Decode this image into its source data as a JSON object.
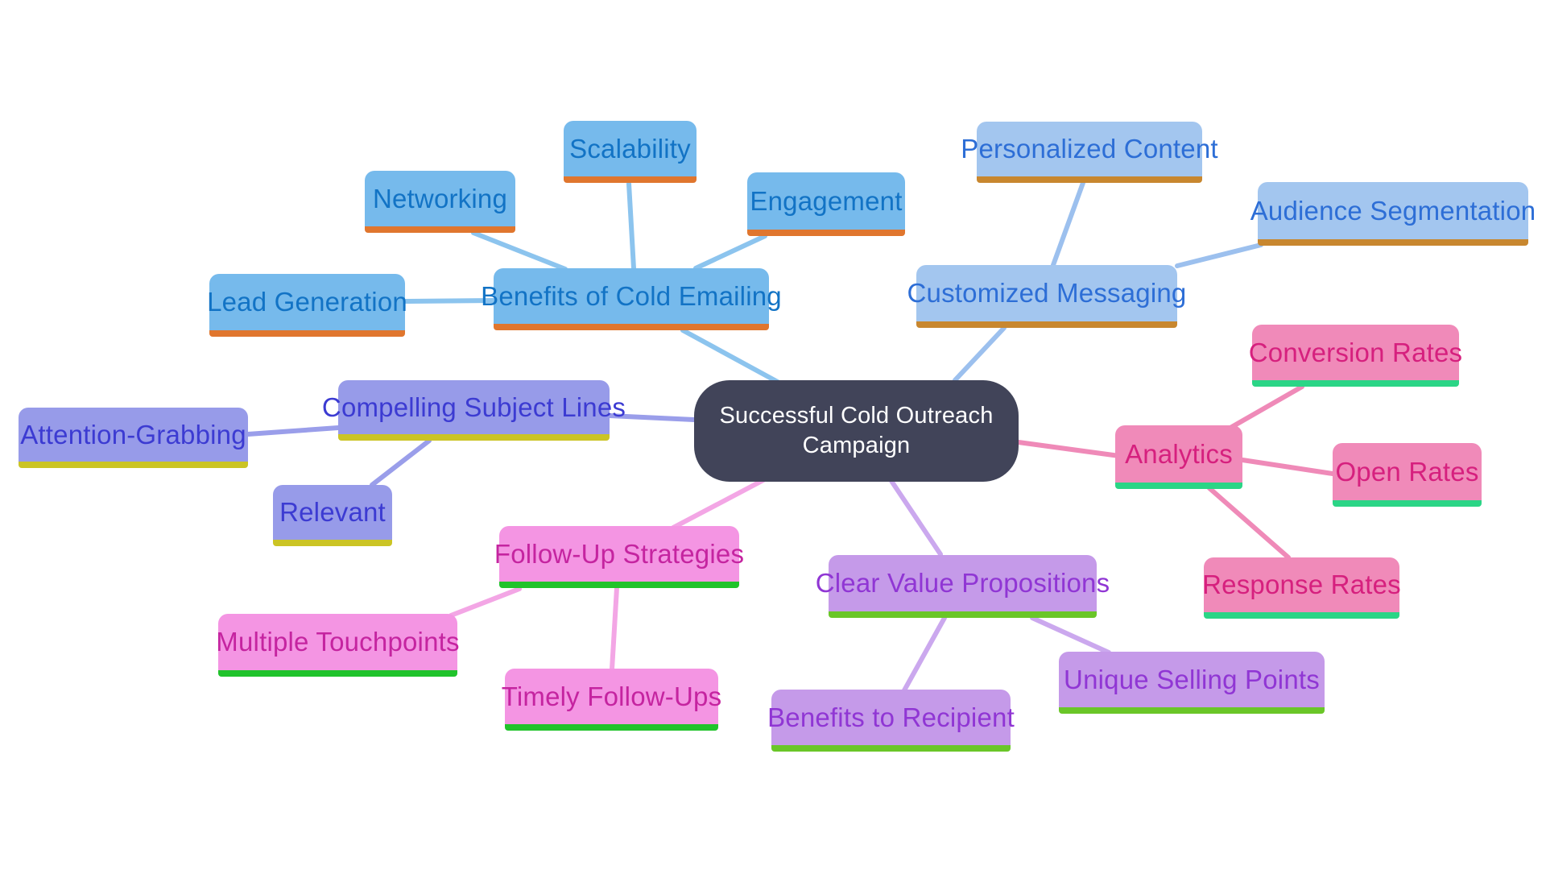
{
  "diagram": {
    "type": "mindmap",
    "background": "#ffffff",
    "root": {
      "id": "root",
      "label": "Successful Cold Outreach Campaign",
      "group": "center"
    },
    "groups": {
      "center": {
        "fill": "#414459",
        "border": "#414459",
        "text": "#ffffff",
        "line": "#414459"
      },
      "benefits": {
        "fill": "#76baec",
        "border": "#e0762e",
        "text": "#1273c5",
        "line": "#8cc4ee"
      },
      "customized": {
        "fill": "#a3c6ef",
        "border": "#c8872f",
        "text": "#2d6ed6",
        "line": "#9cc0ee"
      },
      "subject": {
        "fill": "#979be9",
        "border": "#cbc425",
        "text": "#3c3bd2",
        "line": "#9a9eea"
      },
      "analytics": {
        "fill": "#f08ab9",
        "border": "#2bd586",
        "text": "#d6207e",
        "line": "#ef8ab8"
      },
      "followup": {
        "fill": "#f495e3",
        "border": "#20c32b",
        "text": "#c524a0",
        "line": "#f3a6e5"
      },
      "value": {
        "fill": "#c59ae9",
        "border": "#6ac628",
        "text": "#9036d4",
        "line": "#cba8ee"
      }
    },
    "nodes": [
      {
        "id": "benefits",
        "label": "Benefits of Cold Emailing",
        "group": "benefits",
        "parent": "root"
      },
      {
        "id": "scalability",
        "label": "Scalability",
        "group": "benefits",
        "parent": "benefits"
      },
      {
        "id": "networking",
        "label": "Networking",
        "group": "benefits",
        "parent": "benefits"
      },
      {
        "id": "engagement",
        "label": "Engagement",
        "group": "benefits",
        "parent": "benefits"
      },
      {
        "id": "lead-generation",
        "label": "Lead Generation",
        "group": "benefits",
        "parent": "benefits"
      },
      {
        "id": "customized",
        "label": "Customized Messaging",
        "group": "customized",
        "parent": "root"
      },
      {
        "id": "personalized",
        "label": "Personalized Content",
        "group": "customized",
        "parent": "customized"
      },
      {
        "id": "audience",
        "label": "Audience Segmentation",
        "group": "customized",
        "parent": "customized"
      },
      {
        "id": "subject-lines",
        "label": "Compelling Subject Lines",
        "group": "subject",
        "parent": "root"
      },
      {
        "id": "attention",
        "label": "Attention-Grabbing",
        "group": "subject",
        "parent": "subject-lines"
      },
      {
        "id": "relevant",
        "label": "Relevant",
        "group": "subject",
        "parent": "subject-lines"
      },
      {
        "id": "analytics",
        "label": "Analytics",
        "group": "analytics",
        "parent": "root"
      },
      {
        "id": "conversion",
        "label": "Conversion Rates",
        "group": "analytics",
        "parent": "analytics"
      },
      {
        "id": "open-rates",
        "label": "Open Rates",
        "group": "analytics",
        "parent": "analytics"
      },
      {
        "id": "response",
        "label": "Response Rates",
        "group": "analytics",
        "parent": "analytics"
      },
      {
        "id": "follow-up",
        "label": "Follow-Up Strategies",
        "group": "followup",
        "parent": "root"
      },
      {
        "id": "multiple",
        "label": "Multiple Touchpoints",
        "group": "followup",
        "parent": "follow-up"
      },
      {
        "id": "timely",
        "label": "Timely Follow-Ups",
        "group": "followup",
        "parent": "follow-up"
      },
      {
        "id": "value-props",
        "label": "Clear Value Propositions",
        "group": "value",
        "parent": "root"
      },
      {
        "id": "unique",
        "label": "Unique Selling Points",
        "group": "value",
        "parent": "value-props"
      },
      {
        "id": "benefits-recipient",
        "label": "Benefits to Recipient",
        "group": "value",
        "parent": "value-props"
      }
    ]
  }
}
